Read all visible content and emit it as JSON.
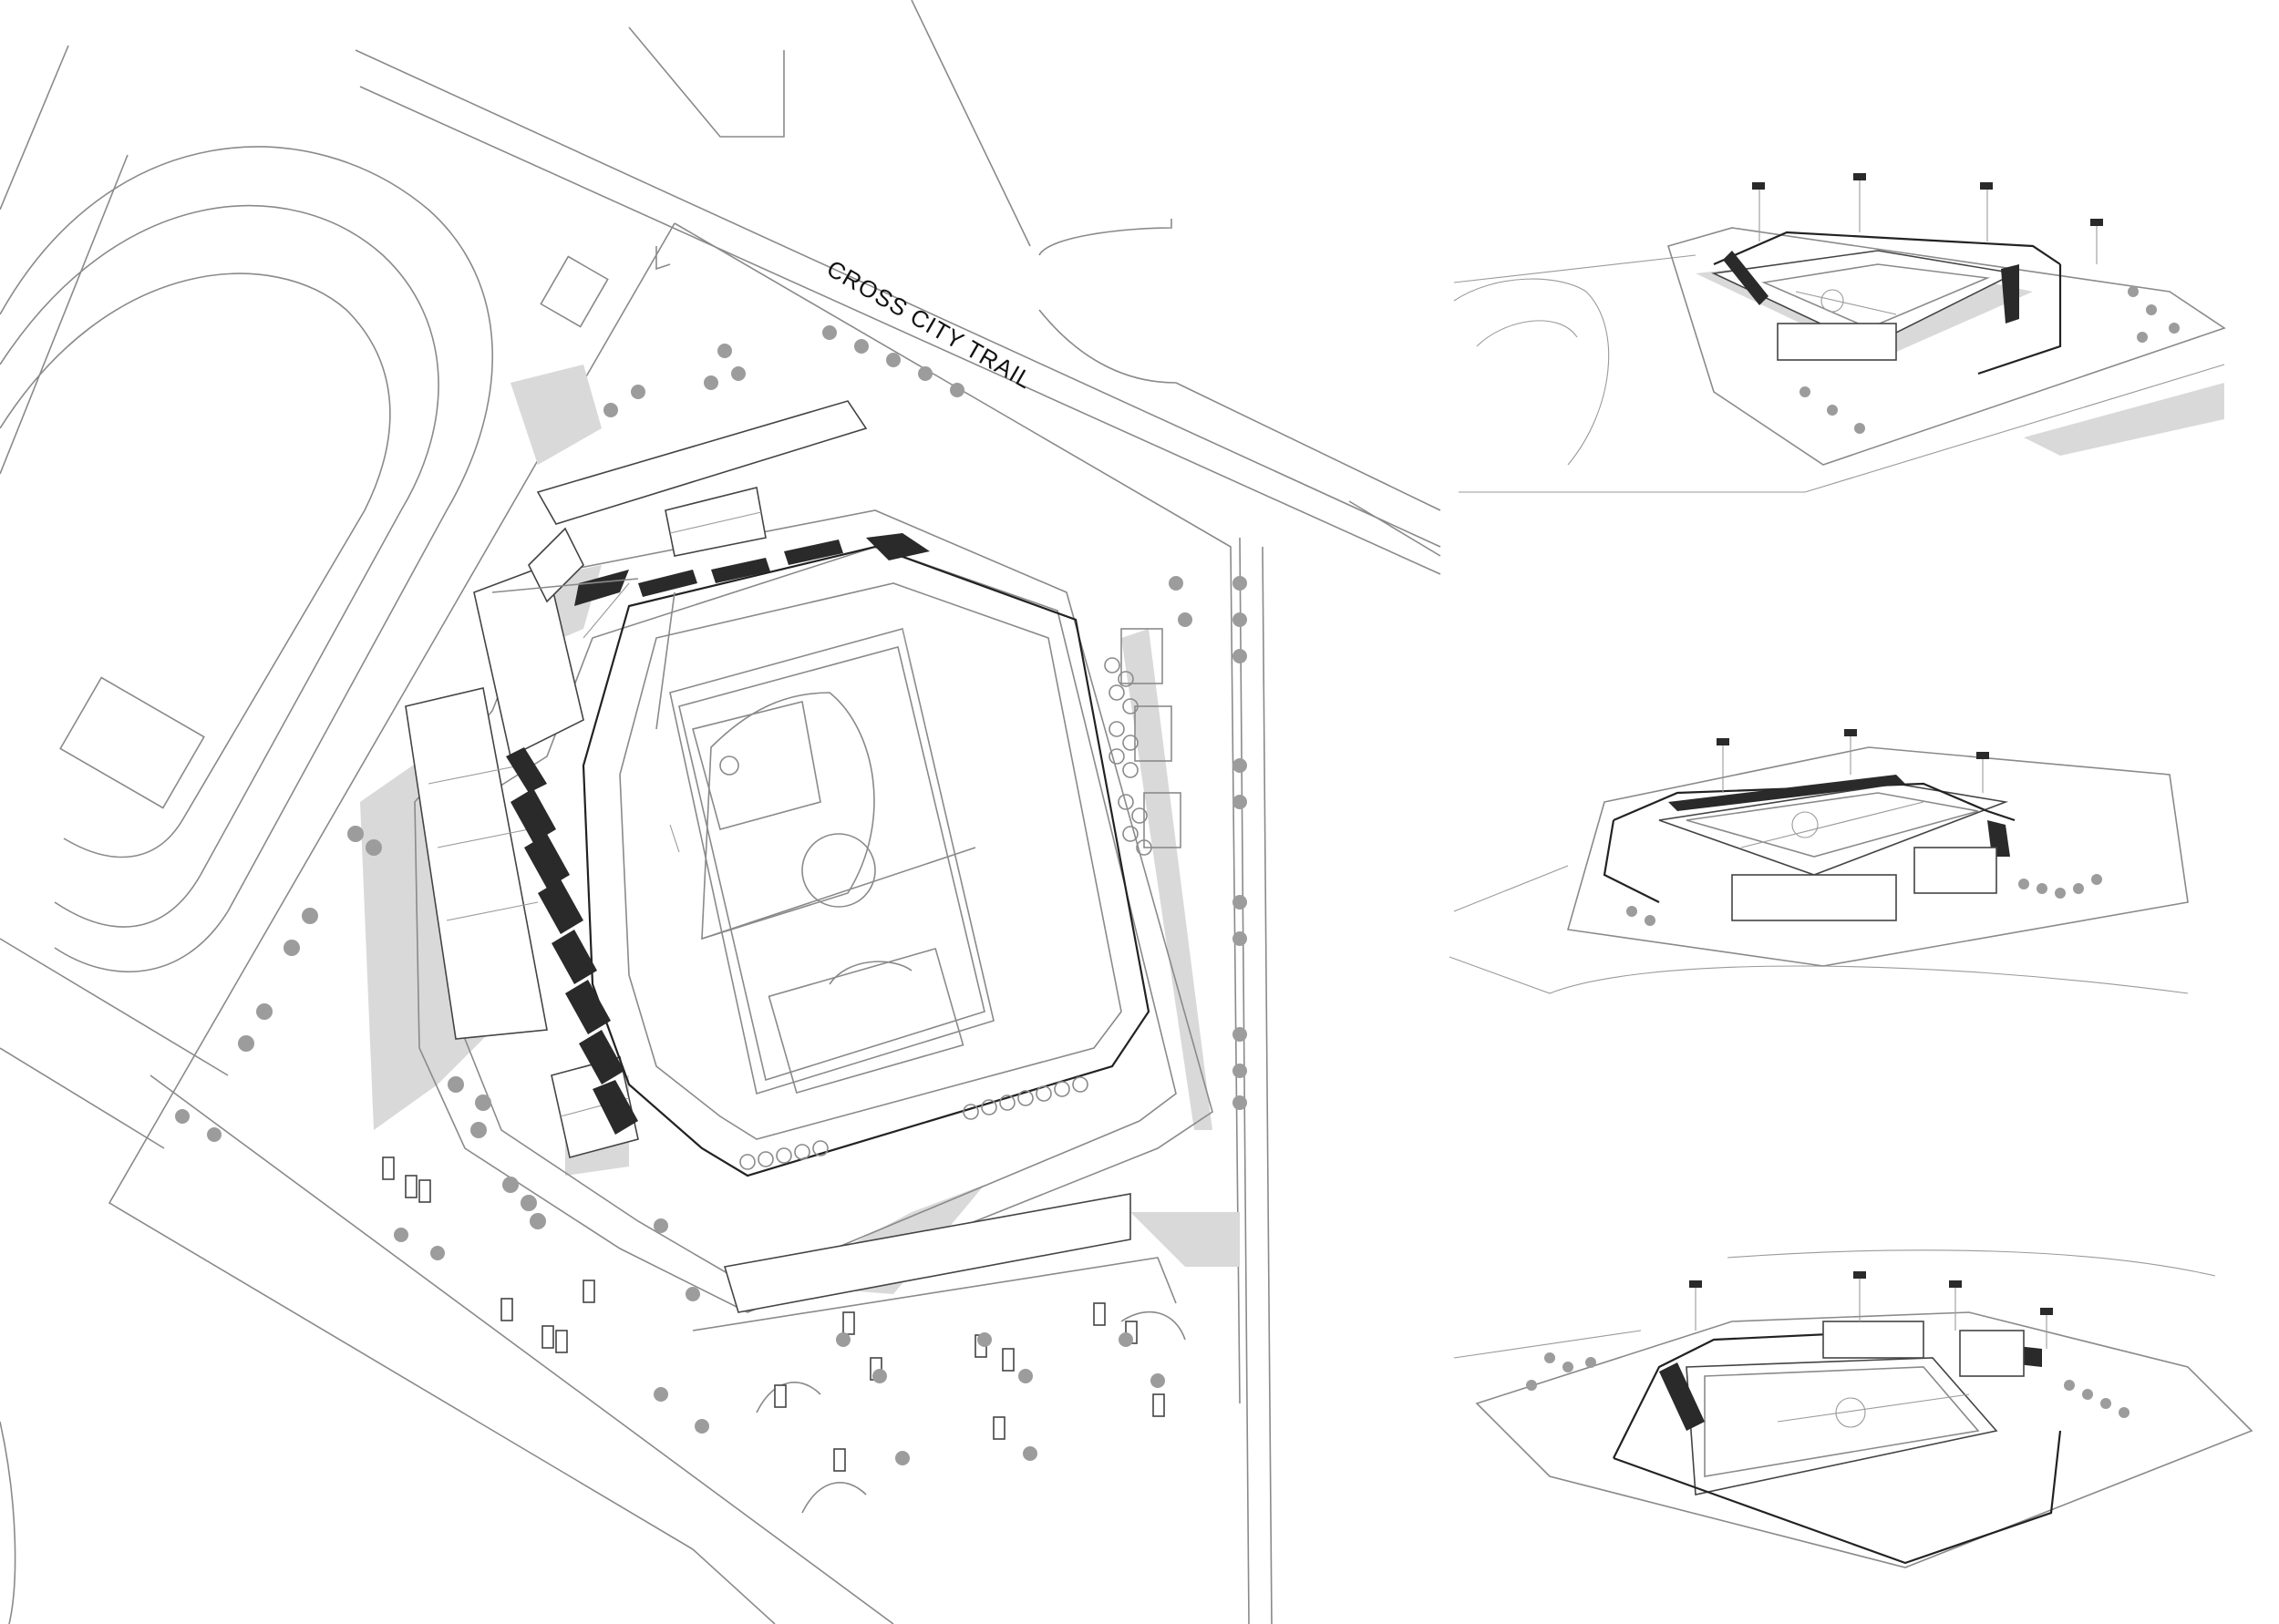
{
  "site_plan": {
    "road_label": "CROSS CITY TRAIL"
  },
  "colors": {
    "ink": "#222222",
    "line": "#8a8a8a",
    "shadow": "#d9d9d9",
    "tree": "#9c9c9c"
  },
  "views": [
    {
      "id": "aerial-view-1"
    },
    {
      "id": "aerial-view-2"
    },
    {
      "id": "aerial-view-3"
    }
  ]
}
